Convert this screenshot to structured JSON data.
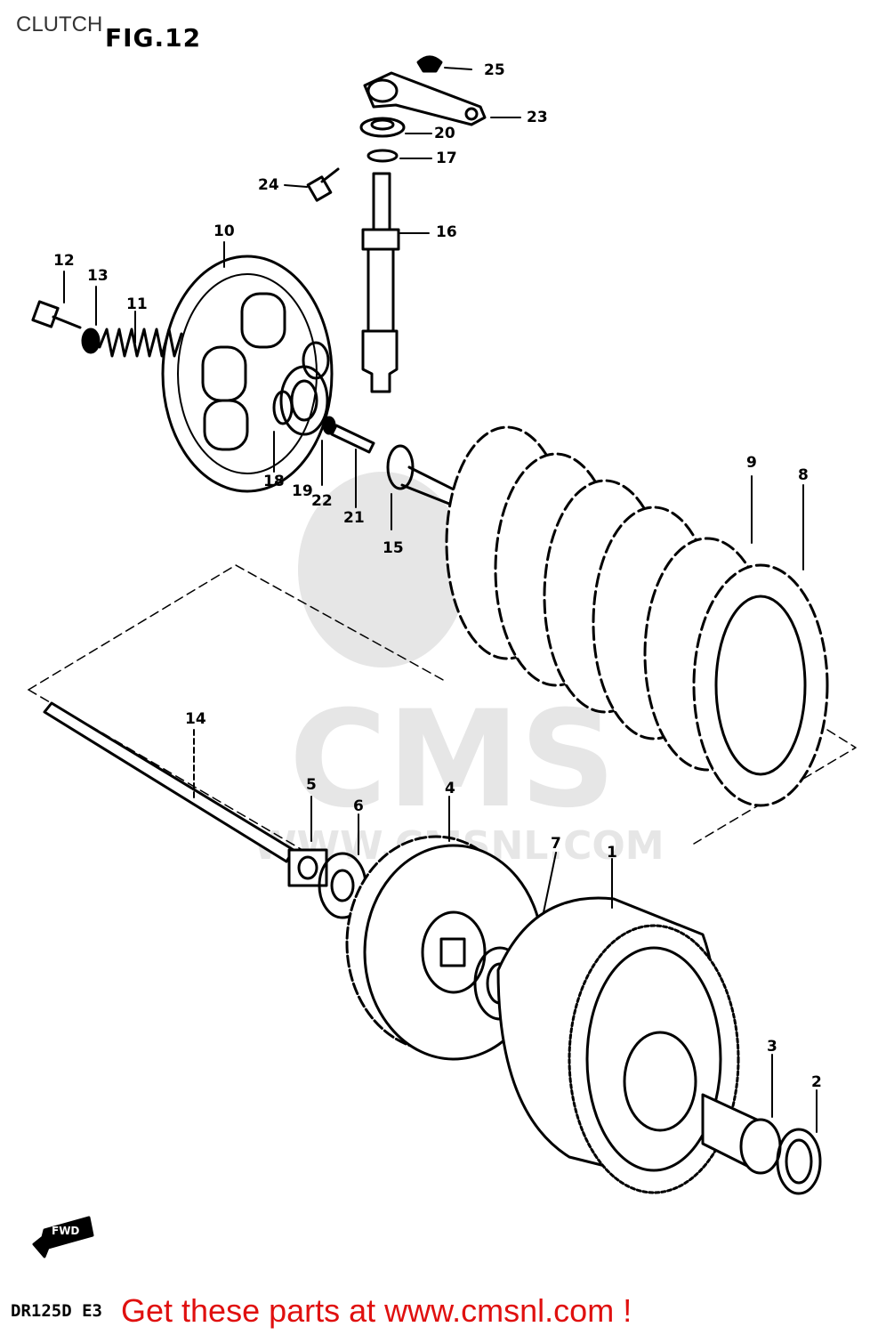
{
  "header": {
    "section": "CLUTCH",
    "figure": "FIG.12"
  },
  "callouts": [
    "1",
    "2",
    "3",
    "4",
    "5",
    "6",
    "7",
    "8",
    "9",
    "10",
    "11",
    "12",
    "13",
    "14",
    "15",
    "16",
    "17",
    "18",
    "19",
    "20",
    "21",
    "22",
    "23",
    "24",
    "25"
  ],
  "watermark": {
    "brand": "CMS",
    "url": "WWW.CMSNL.COM"
  },
  "direction_badge": "FWD",
  "footer": {
    "model": "DR125D E3",
    "cta": "Get these parts at www.cmsnl.com !"
  },
  "colors": {
    "cta": "#e0100f",
    "ink": "#000000",
    "watermark": "#e6e6e6"
  }
}
